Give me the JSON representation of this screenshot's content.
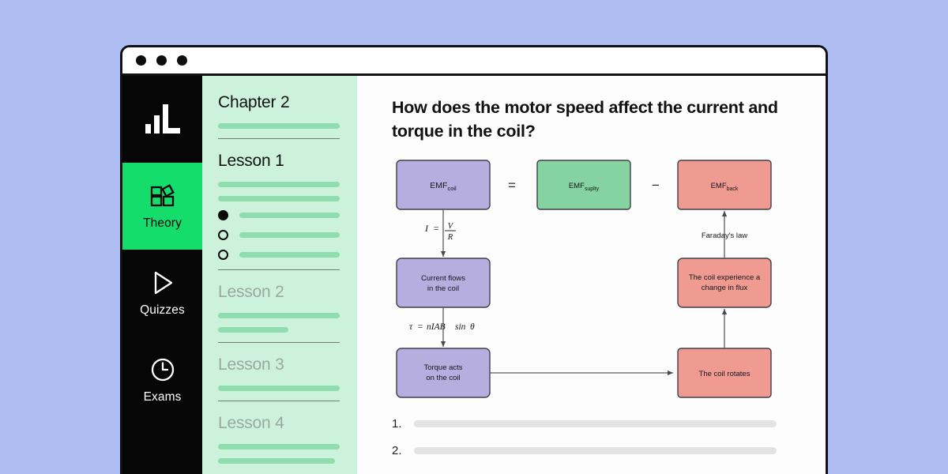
{
  "desktop": {
    "background_color": "#aebdf2"
  },
  "window": {
    "traffic_lights": [
      "close-dot",
      "minimize-dot",
      "maximize-dot"
    ]
  },
  "rail": {
    "logo_icon": "bar-chart-logo-icon",
    "items": [
      {
        "label": "Theory",
        "icon": "blocks-icon",
        "active": true
      },
      {
        "label": "Quizzes",
        "icon": "play-icon",
        "active": false
      },
      {
        "label": "Exams",
        "icon": "clock-icon",
        "active": false
      }
    ]
  },
  "lesson_panel": {
    "chapter_title": "Chapter 2",
    "lessons": [
      {
        "title": "Lesson 1",
        "active": true
      },
      {
        "title": "Lesson 2",
        "active": false
      },
      {
        "title": "Lesson 3",
        "active": false
      },
      {
        "title": "Lesson 4",
        "active": false
      }
    ]
  },
  "main": {
    "question": "How does the motor speed affect the current and torque in the coil?",
    "answers": [
      {
        "number": "1."
      },
      {
        "number": "2."
      }
    ]
  },
  "chart_data": {
    "type": "diagram",
    "title": "Motor EMF, current and torque flow diagram",
    "colors": {
      "purple_fill": "#b7aee0",
      "green_fill": "#85d3a0",
      "red_fill": "#ef9b92",
      "node_stroke": "#3f3f46",
      "edge_stroke": "#5b5b63"
    },
    "nodes": [
      {
        "id": "emf_coil",
        "label": "EMF",
        "subscript": "coil",
        "color": "purple"
      },
      {
        "id": "emf_supply",
        "label": "EMF",
        "subscript": "suplty",
        "color": "green"
      },
      {
        "id": "emf_back",
        "label": "EMF",
        "subscript": "back",
        "color": "red"
      },
      {
        "id": "current",
        "line1": "Current flows",
        "line2": "in the coil",
        "color": "purple"
      },
      {
        "id": "torque",
        "line1": "Torque acts",
        "line2": "on the coil",
        "color": "purple"
      },
      {
        "id": "flux",
        "line1": "The coil experience a",
        "line2": "change in flux",
        "color": "red"
      },
      {
        "id": "rotates",
        "line1": "The coil rotates",
        "line2": "",
        "color": "red"
      }
    ],
    "operators": [
      {
        "id": "equals",
        "symbol": "="
      },
      {
        "id": "minus",
        "symbol": "−"
      }
    ],
    "edge_labels": [
      {
        "id": "ohms_law",
        "text": "I = V/R"
      },
      {
        "id": "torque_law",
        "text": "τ = nIAB sin θ"
      },
      {
        "id": "faradays_law",
        "text": "Faraday's law"
      }
    ],
    "equation_parts": {
      "ohm_lhs": "I",
      "ohm_eq": "=",
      "ohm_num": "V",
      "ohm_den": "R",
      "torque_tau": "τ",
      "torque_eq": "=",
      "torque_rhs": "nIAB",
      "torque_sin": "sin",
      "torque_theta": "θ"
    }
  }
}
